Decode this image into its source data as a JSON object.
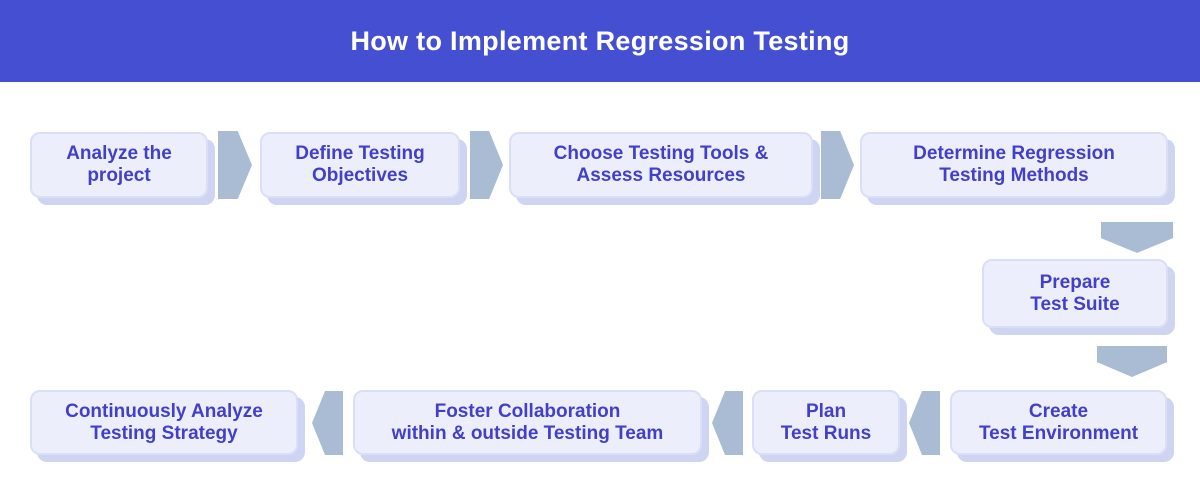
{
  "header": {
    "title": "How to Implement Regression Testing"
  },
  "flow": {
    "steps": [
      {
        "label": "Analyze the\nproject"
      },
      {
        "label": "Define Testing\nObjectives"
      },
      {
        "label": "Choose Testing Tools &\nAssess Resources"
      },
      {
        "label": "Determine Regression\nTesting Methods"
      },
      {
        "label": "Prepare\nTest Suite"
      },
      {
        "label": "Create\nTest Environment"
      },
      {
        "label": "Plan\nTest Runs"
      },
      {
        "label": "Foster Collaboration\nwithin & outside Testing Team"
      },
      {
        "label": "Continuously Analyze\nTesting Strategy"
      }
    ]
  },
  "icons": {
    "arrow_right": "pentagon-chevron-pointing-right",
    "arrow_down": "pentagon-chevron-pointing-down",
    "arrow_left": "pentagon-chevron-pointing-left"
  },
  "colors": {
    "page_bg": "#FFFFFF",
    "header_bg": "#454FD1",
    "header_text": "#FFFFFF",
    "box_bg": "#EDEEFC",
    "box_border": "#DADEF7",
    "box_shadow": "#CED4F1",
    "box_text": "#4240C8",
    "arrow": "#A9BCD4"
  }
}
